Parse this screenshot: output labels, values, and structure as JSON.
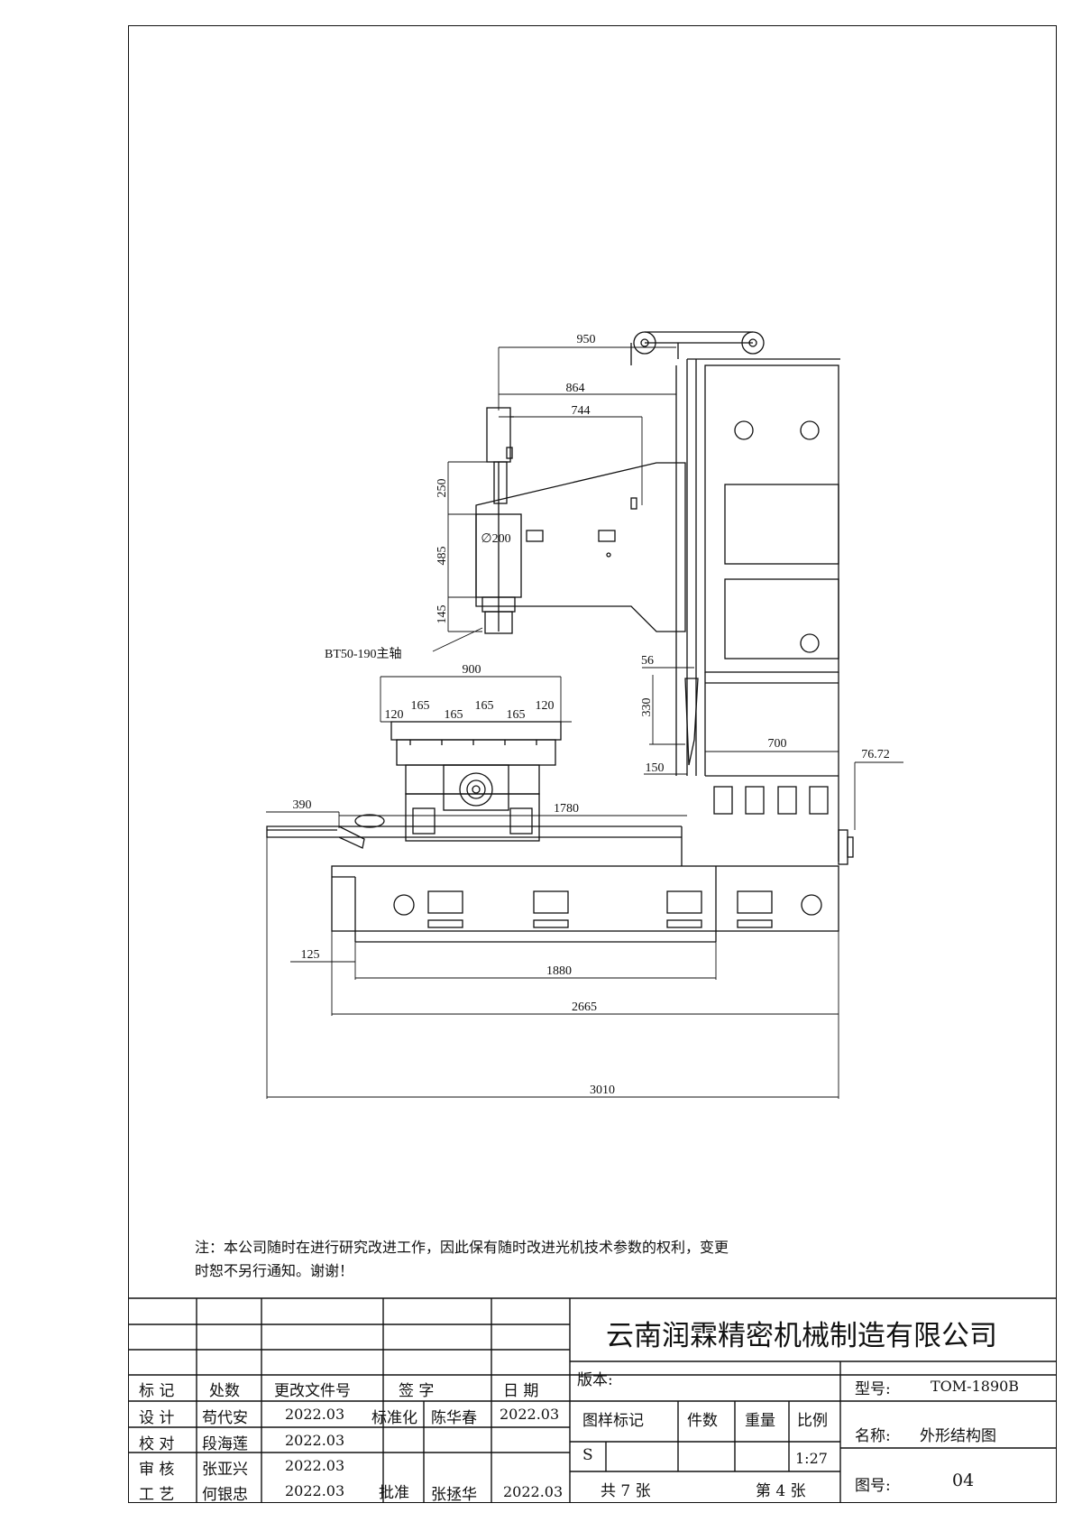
{
  "dimensions": {
    "d950": "950",
    "d864": "864",
    "d744": "744",
    "d250": "250",
    "d485": "485",
    "d145": "145",
    "phi200": "∅200",
    "spindle": "BT50-190主轴",
    "d900": "900",
    "d120a": "120",
    "d165a": "165",
    "d165b": "165",
    "d165c": "165",
    "d165d": "165",
    "d120b": "120",
    "d56": "56",
    "d330": "330",
    "d700": "700",
    "d7672": "76.72",
    "d150": "150",
    "d390": "390",
    "d1780": "1780",
    "d125": "125",
    "d1880": "1880",
    "d2665": "2665",
    "d3010": "3010"
  },
  "note": {
    "line1": "注：本公司随时在进行研究改进工作，因此保有随时改进光机技术参数的权利，变更",
    "line2": "时恕不另行通知。谢谢！"
  },
  "title_block": {
    "company": "云南润霖精密机械制造有限公司",
    "headers": {
      "mark": "标 记",
      "count": "处数",
      "doc": "更改文件号",
      "sign": "签 字",
      "date": "日 期"
    },
    "rows": [
      {
        "role": "设 计",
        "name": "苟代安",
        "date": "2022.03"
      },
      {
        "role": "校 对",
        "name": "段海莲",
        "date": "2022.03"
      },
      {
        "role": "审 核",
        "name": "张亚兴",
        "date": "2022.03"
      },
      {
        "role": "工 艺",
        "name": "何银忠",
        "date": "2022.03"
      }
    ],
    "standard": {
      "label": "标准化",
      "name": "陈华春",
      "date": "2022.03"
    },
    "approve": {
      "label": "批准",
      "name": "张拯华",
      "date": "2022.03"
    },
    "version_label": "版本:",
    "sample_mark": "图样标记",
    "piece_count": "件数",
    "weight": "重量",
    "scale_label": "比例",
    "sample_value": "S",
    "scale_value": "1:27",
    "total_sheets": "共 7 张",
    "sheet_no": "第 4 张",
    "model_label": "型号:",
    "model_value": "TOM-1890B",
    "name_label": "名称:",
    "name_value": "外形结构图",
    "drawing_no_label": "图号:",
    "drawing_no_value": "04"
  }
}
